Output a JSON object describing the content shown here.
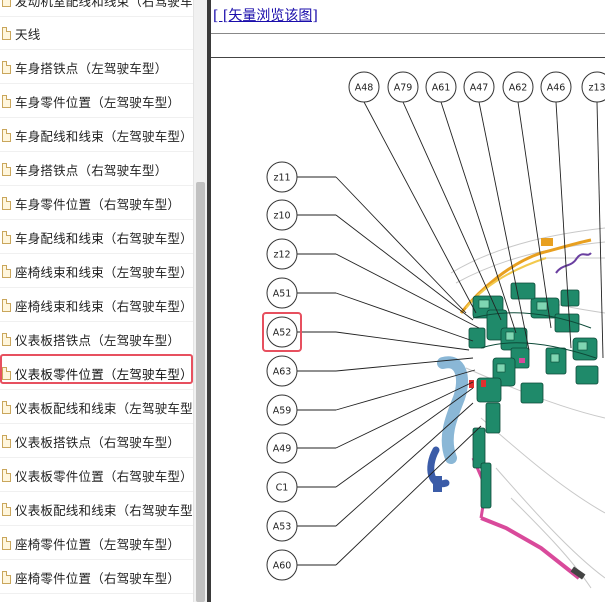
{
  "tree": {
    "top_partial_label": "发动机室配线和线束（右驾驶车",
    "items": [
      {
        "label": "天线"
      },
      {
        "label": "车身搭铁点（左驾驶车型）"
      },
      {
        "label": "车身零件位置（左驾驶车型）"
      },
      {
        "label": "车身配线和线束（左驾驶车型）"
      },
      {
        "label": "车身搭铁点（右驾驶车型）"
      },
      {
        "label": "车身零件位置（右驾驶车型）"
      },
      {
        "label": "车身配线和线束（右驾驶车型）"
      },
      {
        "label": "座椅线束和线束（左驾驶车型）"
      },
      {
        "label": "座椅线束和线束（右驾驶车型）"
      },
      {
        "label": "仪表板搭铁点（左驾驶车型）"
      },
      {
        "label": "仪表板零件位置（左驾驶车型）"
      },
      {
        "label": "仪表板配线和线束（左驾驶车型"
      },
      {
        "label": "仪表板搭铁点（右驾驶车型）"
      },
      {
        "label": "仪表板零件位置（右驾驶车型）"
      },
      {
        "label": "仪表板配线和线束（右驾驶车型"
      },
      {
        "label": "座椅零件位置（左驾驶车型）"
      },
      {
        "label": "座椅零件位置（右驾驶车型）"
      }
    ],
    "selected_index": 10,
    "selection_color": "#e7505f"
  },
  "content": {
    "link_text": "[ [矢量浏览该图]",
    "top_callouts": [
      "A48",
      "A79",
      "A61",
      "A47",
      "A62",
      "A46",
      "z13"
    ],
    "left_callouts": [
      "z11",
      "z10",
      "z12",
      "A51",
      "A52",
      "A63",
      "A59",
      "A49",
      "C1",
      "A53",
      "A60"
    ],
    "highlighted_callout": "A52",
    "highlight_color": "#e7505f"
  }
}
